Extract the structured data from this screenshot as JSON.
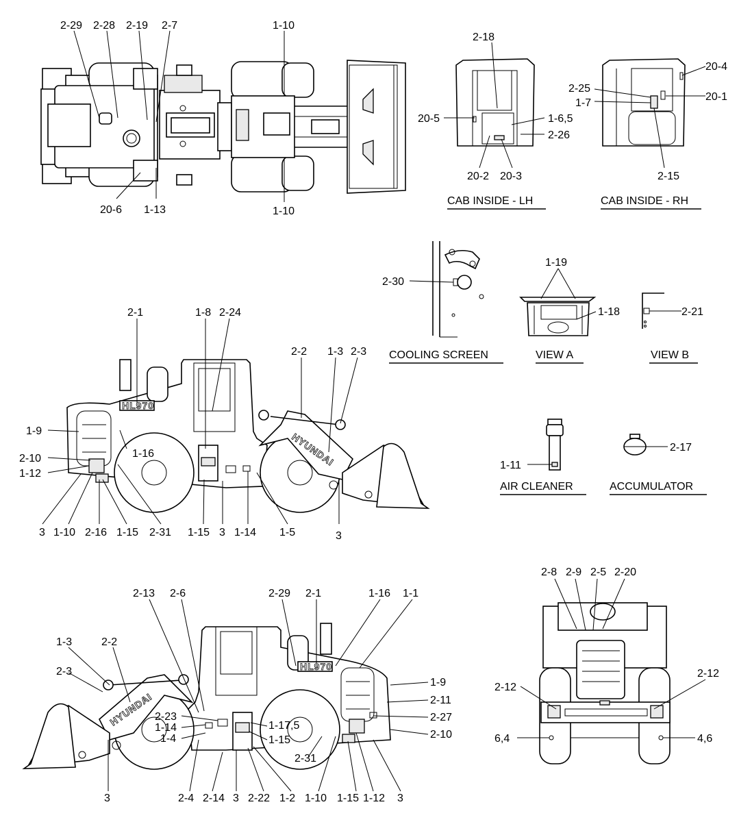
{
  "views": {
    "cab_lh": "CAB INSIDE - LH",
    "cab_rh": "CAB INSIDE - RH",
    "cooling": "COOLING SCREEN",
    "view_a": "VIEW A",
    "view_b": "VIEW B",
    "air_cleaner": "AIR CLEANER",
    "accumulator": "ACCUMULATOR"
  },
  "brand_text": "HYUNDAI",
  "model_badge": "HL970",
  "callouts": [
    "2-29",
    "2-28",
    "2-19",
    "2-7",
    "1-10",
    "1-10",
    "20-6",
    "1-13",
    "2-18",
    "20-4",
    "20-5",
    "1-6,5",
    "2-26",
    "20-2",
    "20-3",
    "2-25",
    "1-7",
    "20-1",
    "2-15",
    "2-30",
    "1-19",
    "1-18",
    "2-21",
    "2-1",
    "1-8",
    "2-24",
    "2-2",
    "1-3",
    "2-3",
    "1-9",
    "1-16",
    "2-10",
    "1-12",
    "3",
    "1-10",
    "2-16",
    "1-15",
    "2-31",
    "1-15",
    "3",
    "1-14",
    "1-5",
    "3",
    "1-11",
    "2-17",
    "2-13",
    "2-6",
    "2-29",
    "2-1",
    "1-16",
    "1-1",
    "1-3",
    "2-2",
    "2-3",
    "2-23",
    "1-14",
    "1-4",
    "1-17,5",
    "1-15",
    "1-9",
    "2-11",
    "2-27",
    "2-10",
    "2-31",
    "3",
    "2-4",
    "2-14",
    "3",
    "2-22",
    "1-2",
    "1-10",
    "1-15",
    "1-12",
    "3",
    "2-8",
    "2-9",
    "2-5",
    "2-20",
    "2-12",
    "2-12",
    "6,4",
    "4,6"
  ]
}
